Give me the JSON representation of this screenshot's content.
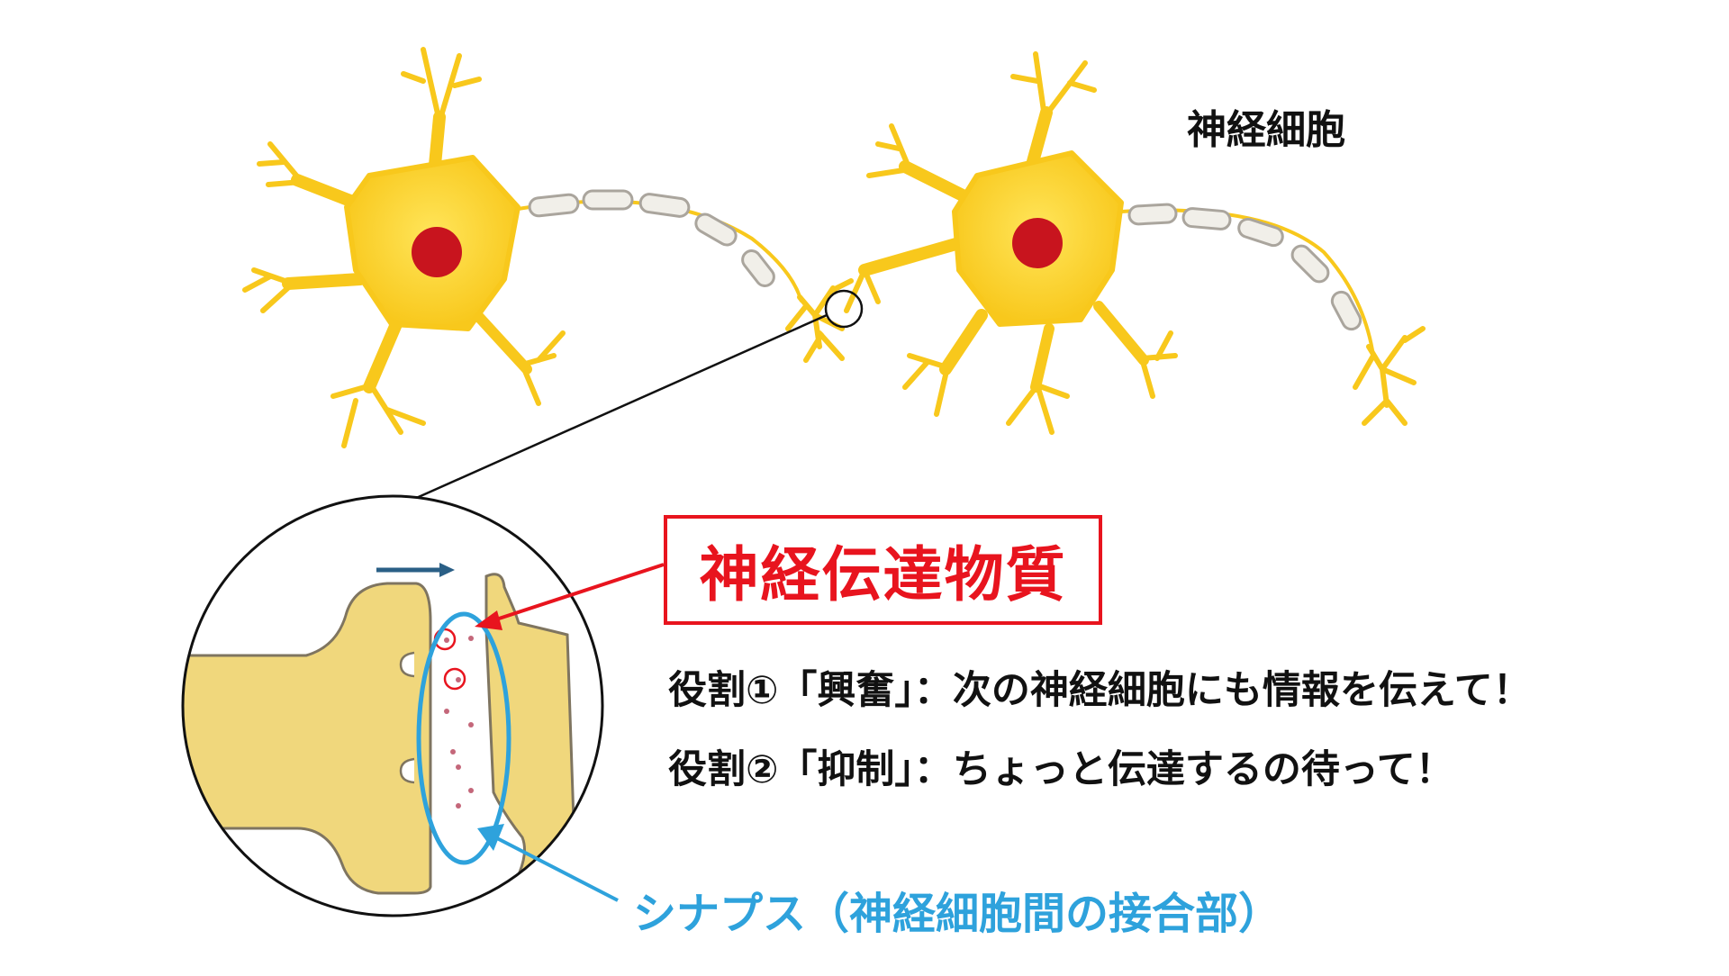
{
  "labels": {
    "neuron": "神経細胞",
    "neurotransmitter": "神経伝達物質",
    "role1": "役割①「興奮」：次の神経細胞にも情報を伝えて！",
    "role2": "役割②「抑制」：ちょっと伝達するの待って！",
    "synapse": "シナプス（神経細胞間の接合部）"
  },
  "icons": {
    "neuron": "neuron-cell-icon",
    "myelin": "myelin-sheath-icon",
    "arrow": "direction-arrow-icon",
    "vesicle": "vesicle-dot-icon"
  },
  "colors": {
    "cell_body": "#f8c81c",
    "cell_body_center": "#ffe55a",
    "nucleus": "#c8141e",
    "myelin_fill": "#f1efe9",
    "myelin_stroke": "#aaa59d",
    "synapse_fill": "#f0d77c",
    "synapse_stroke": "#7f7560",
    "highlight_red": "#e8141e",
    "highlight_blue": "#2ea2dc",
    "direction_arrow": "#2a5f86",
    "text": "#111111"
  }
}
